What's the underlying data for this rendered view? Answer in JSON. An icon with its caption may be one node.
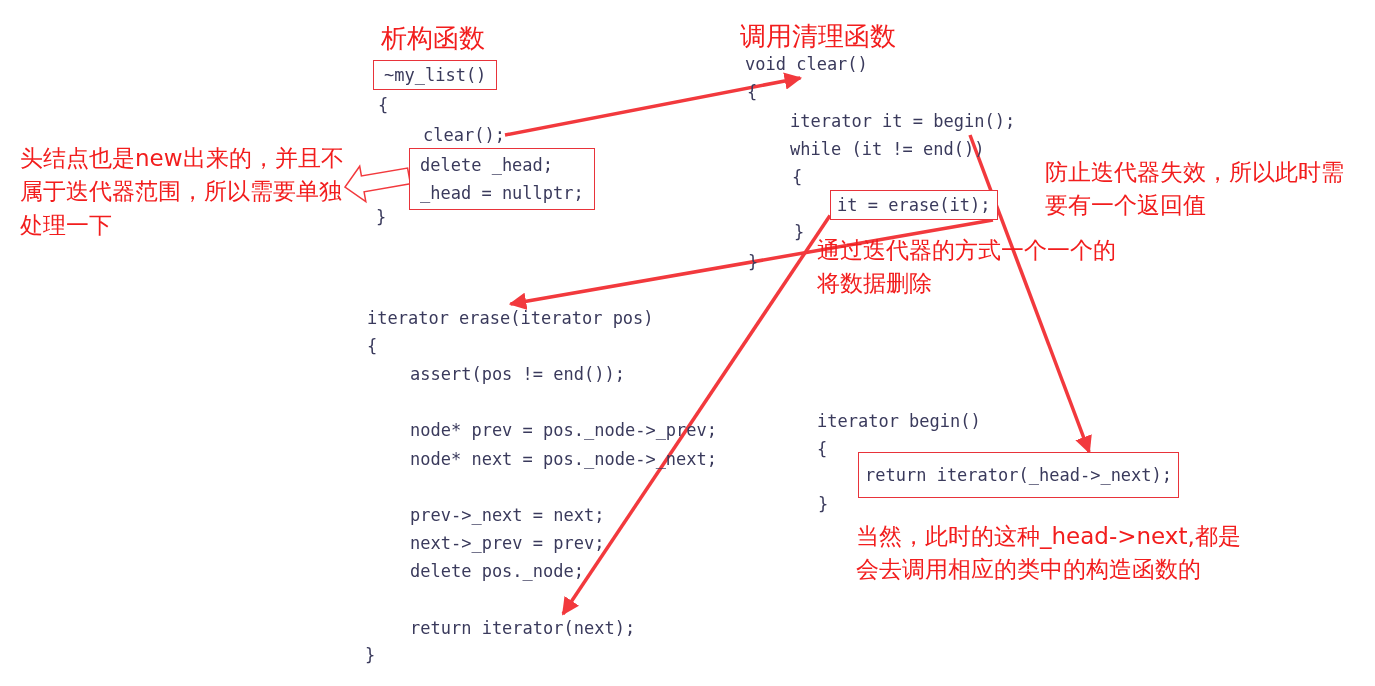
{
  "diagram": {
    "nodes": [
      {
        "text": [
          "~my_list()"
        ],
        "beside": [
          "析构函数"
        ]
      },
      {
        "text": [
          "clear();"
        ]
      },
      {
        "text": [
          "delete _head;",
          "_head = nullptr;"
        ]
      },
      {
        "text": [
          "头结点也是new出来的，并且不属于迭代器范围，所以需要单独处理一下"
        ]
      },
      {
        "text": [
          "void clear()"
        ],
        "beside": [
          "调用清理函数"
        ]
      },
      {
        "text": [
          "iterator it = begin();"
        ]
      },
      {
        "text": [
          "it = erase(it);"
        ]
      },
      {
        "text": [
          "iterator erase(iterator pos)"
        ]
      },
      {
        "text": [
          "return iterator(next);"
        ]
      },
      {
        "text": [
          "return iterator(_head->_next);"
        ]
      }
    ],
    "edges": [
      {
        "from": 1,
        "to": 4,
        "arrow": "to"
      },
      {
        "from": 2,
        "to": 3,
        "arrow": "to",
        "style": "thick"
      },
      {
        "from": 6,
        "to": 7,
        "arrow": "to"
      },
      {
        "from": 6,
        "to": 8,
        "arrow": "to"
      },
      {
        "from": 5,
        "to": 9,
        "arrow": "to"
      }
    ],
    "labels": [
      "{",
      "}",
      "{",
      "while (it != end())",
      "{",
      "}",
      "}",
      "防止迭代器失效，所以此时需要有一个返回值",
      "通过迭代器的方式一个一个的将数据删除",
      "{",
      "assert(pos != end());",
      "node* prev = pos._node->_prev;",
      "node* next = pos._node->_next;",
      "prev->_next = next;",
      "next->_prev = prev;",
      "delete pos._node;",
      "iterator begin()",
      "{",
      "}",
      "当然，此时的这种_head->next,都是会去调用相应的类中的构造函数的",
      "}"
    ]
  }
}
